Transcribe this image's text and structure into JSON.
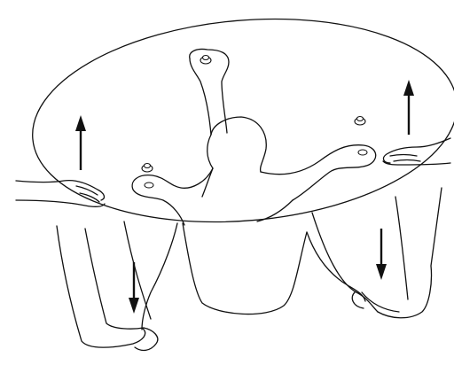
{
  "colors": {
    "ink": "#111111",
    "background": "#ffffff"
  },
  "arrows": [
    {
      "id": "up-left",
      "direction": "up"
    },
    {
      "id": "up-right",
      "direction": "up"
    },
    {
      "id": "down-left",
      "direction": "down"
    },
    {
      "id": "down-right",
      "direction": "down"
    }
  ]
}
